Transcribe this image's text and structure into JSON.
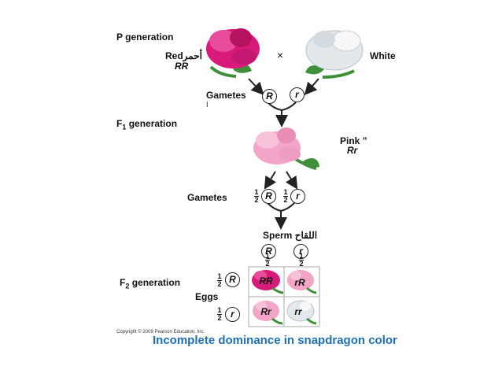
{
  "p_generation": {
    "label": "P generation",
    "red_label": "Redأحمر",
    "red_genotype": "RR",
    "cross_symbol": "×",
    "white_label": "White"
  },
  "gametes_1": {
    "label": "Gametes",
    "sub": "ا",
    "left_allele": "R",
    "right_allele": "r"
  },
  "f1_generation": {
    "label_main": "F",
    "label_sub": "1",
    "label_rest": " generation",
    "pink_label": "Pink  ”",
    "pink_genotype": "Rr"
  },
  "gametes_2": {
    "label": "Gametes",
    "frac_num": "1",
    "frac_den": "2",
    "left_allele": "R",
    "right_allele": "r"
  },
  "punnett": {
    "sperm_label": "Sperm",
    "sperm_arabic": "اللقاح",
    "sperm_alleles": [
      "R",
      "r"
    ],
    "eggs_label": "Eggs",
    "egg_alleles": [
      "R",
      "r"
    ],
    "frac_num": "1",
    "frac_den": "2",
    "cells": [
      "RR",
      "rR",
      "Rr",
      "rr"
    ]
  },
  "f2_generation": {
    "label_main": "F",
    "label_sub": "2",
    "label_rest": " generation"
  },
  "copyright": "Copyright © 2009 Pearson Education, Inc.",
  "caption": "Incomplete dominance in snapdragon color",
  "colors": {
    "red_flower": "#d81b7a",
    "pink_flower": "#f3a5c8",
    "white_flower": "#e3e8ec",
    "leaf": "#3f8f3a",
    "caption": "#1f6fb5"
  }
}
